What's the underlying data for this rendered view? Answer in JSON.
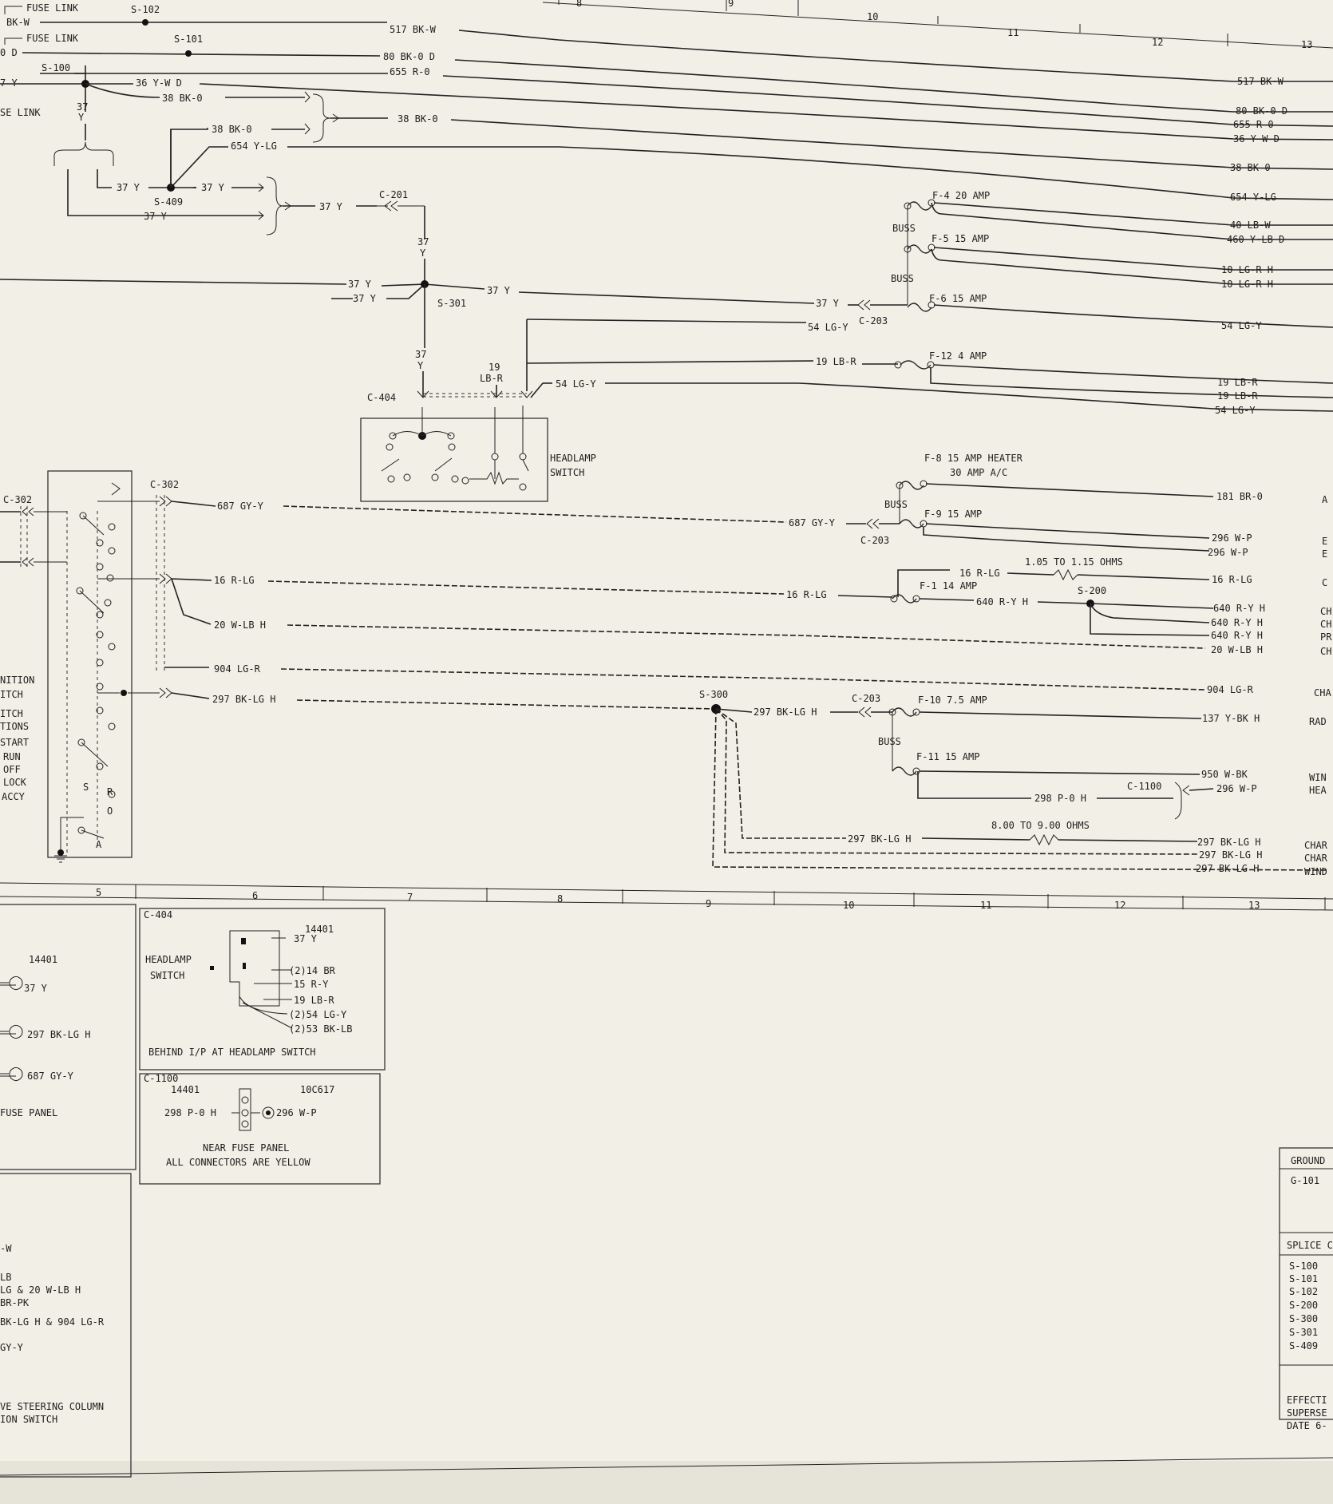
{
  "top_labels": {
    "fuse_link_1": "FUSE LINK",
    "fuse_link_1_color": "BK-W",
    "fuse_link_2": "FUSE LINK",
    "fuse_link_2_color": "0 D",
    "fuse_link_3": "SE LINK",
    "left_y": "7 Y",
    "s102": "S-102",
    "s101": "S-101",
    "s100": "S-100",
    "s409": "S-409",
    "s301": "S-301",
    "s300": "S-300",
    "s200": "S-200",
    "c201": "C-201",
    "c203a": "C-203",
    "c203b": "C-203",
    "c203c": "C-203",
    "c404": "C-404",
    "c302a": "C-302",
    "c302b": "C-302",
    "c1100": "C-1100",
    "busa": "BUSS",
    "busb": "BUSS",
    "busc": "BUSS",
    "busd": "BUSS",
    "headlamp_switch_1": "HEADLAMP",
    "headlamp_switch_2": "SWITCH"
  },
  "zones_top": [
    "8",
    "9",
    "10",
    "11",
    "12",
    "13"
  ],
  "zones_bottom": [
    "5",
    "6",
    "7",
    "8",
    "9",
    "10",
    "11",
    "12",
    "13"
  ],
  "wire_labels": {
    "w517": "517 BK-W",
    "w80": "80 BK-0 D",
    "w655": "655 R-0",
    "w36": "36 Y-W D",
    "w38a": "38 BK-0",
    "w38b": "38 BK-0",
    "w38c": "38 BK-0",
    "w654": "654 Y-LG",
    "w37a": "37 Y",
    "w37b": "37 Y",
    "w37c": "37 Y",
    "w37d": "37 Y",
    "w37e": "37 Y",
    "w37f": "37 Y",
    "w37g": "37 Y",
    "w37h": "37 Y",
    "w37v1": "37",
    "w37v1b": "Y",
    "w37v2": "37",
    "w37v2b": "Y",
    "w37v3": "37",
    "w37v3b": "Y",
    "w19v": "19",
    "w19vb": "LB-R",
    "w54a": "54 LG-Y",
    "w54b": "54 LG-Y",
    "w19a": "19 LB-R",
    "r517": "517 BK-W",
    "r80": "80 BK-0 D",
    "r655": "655 R-0",
    "r36": "36 Y-W D",
    "r38": "38 BK-0",
    "r654": "654 Y-LG",
    "r40": "40 LB-W",
    "r460": "460 Y-LB D",
    "r10a": "10 LG-R H",
    "r10b": "10 LG-R H",
    "r54": "54 LG-Y",
    "r19a": "19 LB-R",
    "r19b": "19 LB-R",
    "r54b": "54 LG-Y",
    "w687a": "687 GY-Y",
    "w687b": "687 GY-Y",
    "w16a": "16 R-LG",
    "w16b": "16 R-LG",
    "w16c": "16 R-LG",
    "w20a": "20 W-LB H",
    "w904a": "904 LG-R",
    "w297a": "297 BK-LG H",
    "w297b": "297 BK-LG H",
    "w297c": "297 BK-LG H",
    "w640": "640 R-Y H",
    "w298": "298 P-0 H",
    "r181": "181 BR-0",
    "r296a": "296 W-P",
    "r296b": "296 W-P",
    "r16": "16 R-LG",
    "r640a": "640 R-Y H",
    "r640b": "640 R-Y H",
    "r640c": "640 R-Y H",
    "r20": "20 W-LB H",
    "r904": "904 LG-R",
    "r137": "137 Y-BK H",
    "r950": "950 W-BK",
    "r296c": "296 W-P",
    "r297a": "297 BK-LG H",
    "r297b": "297 BK-LG H",
    "r297c": "297 BK-LG H"
  },
  "fuses": {
    "f4": "F-4 20 AMP",
    "f5": "F-5 15 AMP",
    "f6": "F-6 15 AMP",
    "f12": "F-12 4 AMP",
    "f8a": "F-8 15 AMP HEATER",
    "f8b": "30 AMP A/C",
    "f9": "F-9 15 AMP",
    "f1": "F-1 14 AMP",
    "f10": "F-10 7.5 AMP",
    "f11": "F-11 15 AMP",
    "res1": "1.05 TO 1.15 OHMS",
    "res2": "8.00 TO 9.00 OHMS"
  },
  "right_dest": {
    "d1": "E",
    "d2": "E",
    "d3": "C",
    "d4": "CH",
    "d5": "CH",
    "d6": "PR",
    "d7": "CH",
    "d8": "CHA",
    "d9": "RAD",
    "d10": "WIN",
    "d11": "HEA",
    "d12": "CHAR",
    "d13": "CHAR",
    "d14": "WIND",
    "d15": "A"
  },
  "ignition_labels": {
    "l1": "NITION",
    "l2": "ITCH",
    "l3": "ITCH",
    "l4": "TIONS",
    "l5": "START",
    "l6": "RUN",
    "l7": "OFF",
    "l8": "LOCK",
    "l9": "ACCY",
    "s_mark": "S",
    "r_mark": "R",
    "o_mark": "O",
    "a_mark": "A"
  },
  "left_panel": {
    "code": "14401",
    "p1": "37 Y",
    "p2": "297 BK-LG H",
    "p3": "687 GY-Y",
    "p4": "FUSE PANEL"
  },
  "c404_panel": {
    "title": "C-404",
    "code": "14401",
    "name1": "HEADLAMP",
    "name2": "SWITCH",
    "pins": [
      "37 Y",
      "(2)14 BR",
      "15 R-Y",
      "19 LB-R",
      "(2)54 LG-Y",
      "(2)53 BK-LB"
    ],
    "note": "BEHIND I/P AT HEADLAMP SWITCH"
  },
  "c1100_panel": {
    "title": "C-1100",
    "code_left": "14401",
    "code_right": "10C617",
    "left_wire": "298 P-0 H",
    "right_wire": "296 W-P",
    "note1": "NEAR FUSE PANEL",
    "note2": "ALL CONNECTORS ARE YELLOW"
  },
  "lower_left_panel": {
    "lines": [
      "-W",
      "LB",
      "LG & 20 W-LB H",
      "BR-PK",
      "BK-LG H & 904 LG-R",
      "GY-Y"
    ],
    "note1": "VE STEERING COLUMN",
    "note2": "ION SWITCH"
  },
  "right_tables": {
    "ground_title": "GROUND",
    "ground_item": "G-101",
    "splice_title": "SPLICE C",
    "splices": [
      "S-100",
      "S-101",
      "S-102",
      "S-200",
      "S-300",
      "S-301",
      "S-409"
    ],
    "effect": [
      "EFFECTI",
      "SUPERSE",
      "DATE 6-"
    ]
  }
}
